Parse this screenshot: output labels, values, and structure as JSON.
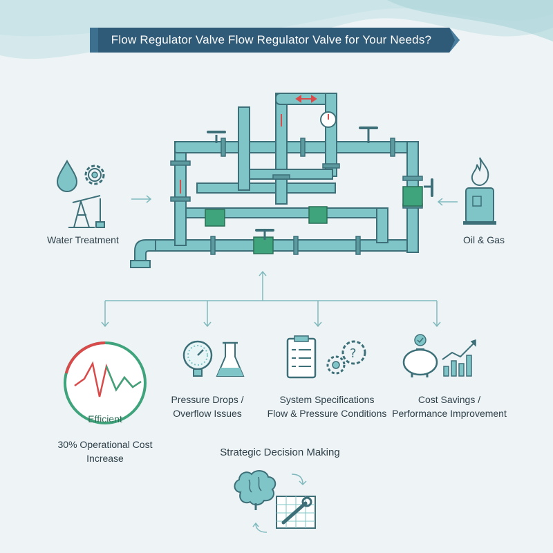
{
  "title": "Flow Regulator Valve Flow Regulator Valve for Your Needs?",
  "inputs": {
    "left": "Water Treatment",
    "right": "Oil & Gas"
  },
  "outputs": [
    {
      "id": "gauge",
      "inner_label": "Efficient",
      "caption_line1": "30% Operational Cost",
      "caption_line2": "Increase"
    },
    {
      "id": "pressure",
      "caption_line1": "Pressure Drops /",
      "caption_line2": "Overflow Issues"
    },
    {
      "id": "specs",
      "caption_line1": "System Specifications",
      "caption_line2": "Flow & Pressure Conditions"
    },
    {
      "id": "savings",
      "caption_line1": "Cost Savings /",
      "caption_line2": "Performance Improvement"
    }
  ],
  "decision": {
    "title": "Strategic Decision Making"
  },
  "colors": {
    "pipe": "#7fc4c6",
    "pipe_dark": "#3d6f78",
    "banner": "#2f5a78",
    "accent_green": "#3fa37c",
    "accent_red": "#d94a4a",
    "line": "#7fb9bd"
  },
  "icons": [
    "water-drop-icon",
    "gear-icon",
    "oil-pump-icon",
    "flame-icon",
    "tank-icon",
    "pressure-gauge-icon",
    "flask-icon",
    "clipboard-icon",
    "gears-question-icon",
    "piggy-bank-icon",
    "bar-chart-icon",
    "brain-icon",
    "blueprint-wrench-icon"
  ]
}
